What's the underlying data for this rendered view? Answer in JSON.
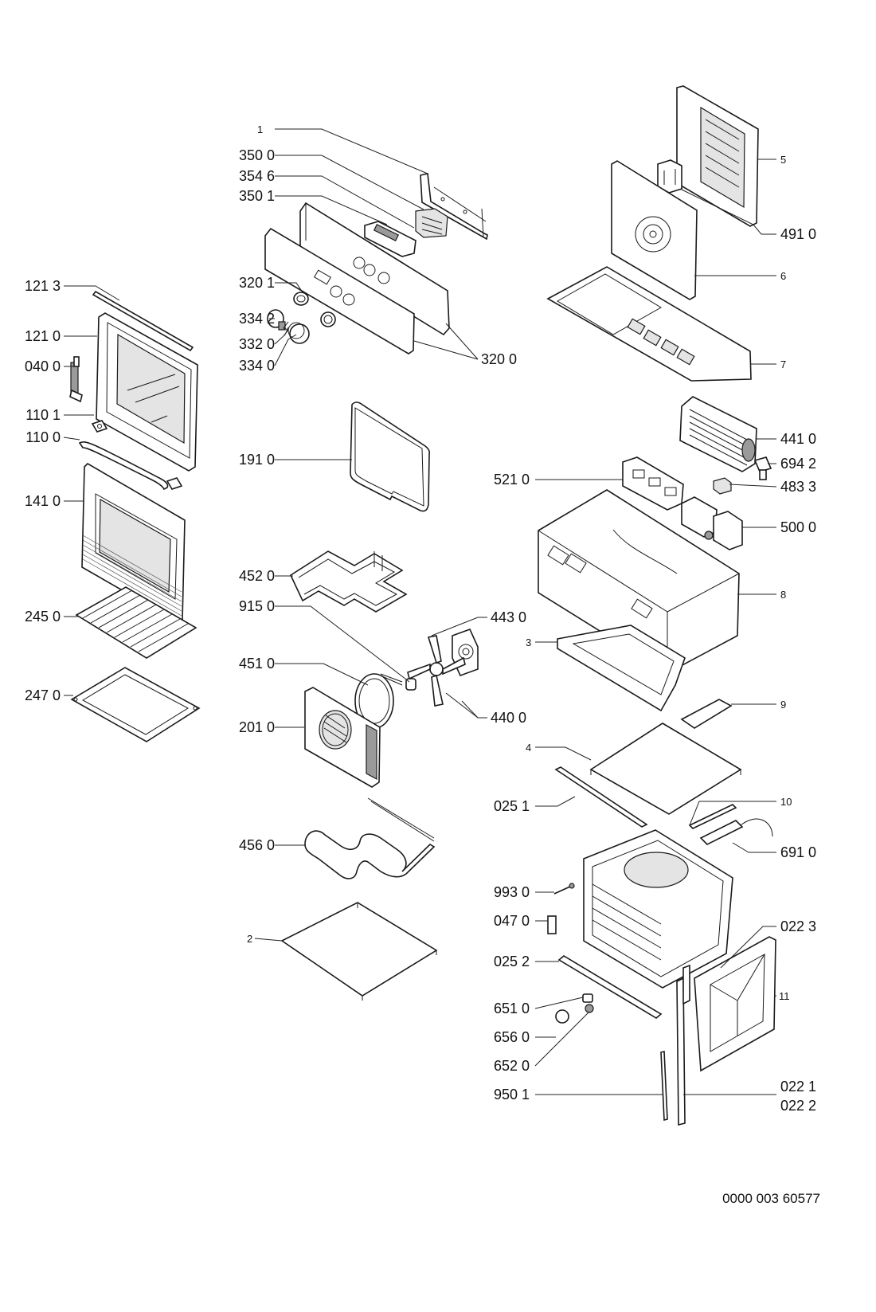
{
  "labels": {
    "p1": "1",
    "p350_0": "350 0",
    "p354_6": "354 6",
    "p350_1": "350 1",
    "p121_3": "121 3",
    "p320_1": "320 1",
    "p121_0": "121 0",
    "p334_2": "334 2",
    "p332_0": "332 0",
    "p040_0": "040 0",
    "p334_0": "334 0",
    "p320_0": "320 0",
    "p110_1": "110 1",
    "p110_0": "110 0",
    "p191_0": "191 0",
    "p141_0": "141 0",
    "p452_0": "452 0",
    "p915_0": "915 0",
    "p245_0": "245 0",
    "p443_0": "443 0",
    "p451_0": "451 0",
    "p440_0": "440 0",
    "p247_0": "247 0",
    "p201_0": "201 0",
    "p456_0": "456 0",
    "p2": "2",
    "p5": "5",
    "p491_0": "491 0",
    "p6": "6",
    "p7": "7",
    "p441_0": "441 0",
    "p694_2": "694 2",
    "p521_0": "521 0",
    "p483_3": "483 3",
    "p500_0": "500 0",
    "p8": "8",
    "p3": "3",
    "p9": "9",
    "p4": "4",
    "p025_1": "025 1",
    "p10": "10",
    "p691_0": "691 0",
    "p993_0": "993 0",
    "p047_0": "047 0",
    "p022_3": "022 3",
    "p025_2": "025 2",
    "p11": "11",
    "p651_0": "651 0",
    "p656_0": "656 0",
    "p652_0": "652 0",
    "p950_1": "950 1",
    "p022_1": "022 1",
    "p022_2": "022 2"
  },
  "document_ref": "0000 003 60577"
}
